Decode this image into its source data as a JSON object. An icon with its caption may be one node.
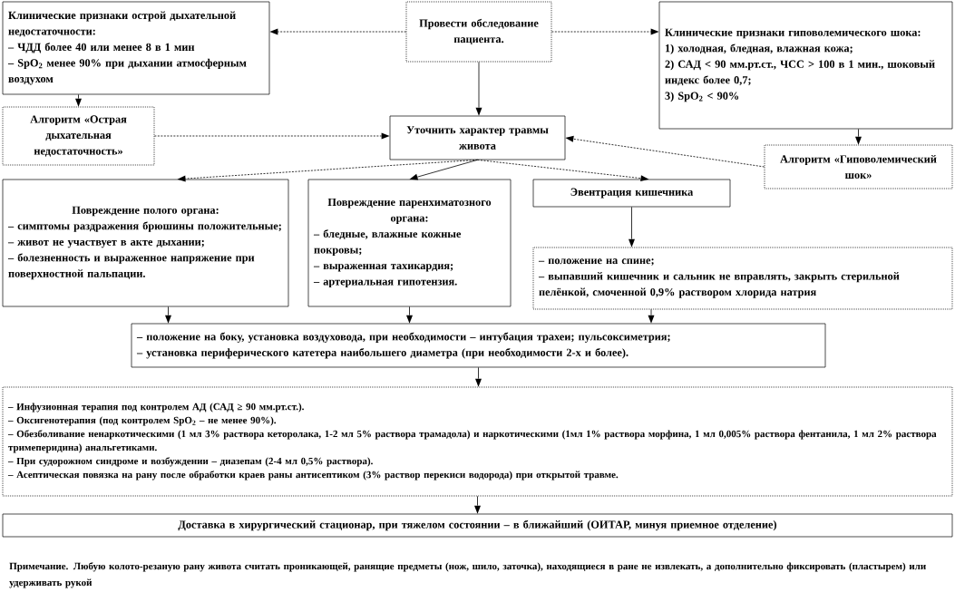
{
  "diagram": {
    "nodes": [
      {
        "text": [
          "Провести обследование пациента."
        ]
      },
      {
        "text": [
          "Клинические признаки острой дыхательной недостаточности:",
          "– ЧДД более 40 или менее 8 в 1 мин",
          "– SpO$_{2}$ менее 90% при дыхании атмосферным воздухом"
        ]
      },
      {
        "text": [
          "Клинические признаки гиповолемического шока:",
          "1) холодная, бледная, влажная кожа;",
          "2) САД < 90 мм.рт.ст., ЧСС > 100 в 1 мин., шоковый индекс более 0,7;",
          "3) SpO$_{2}$ < 90%"
        ]
      },
      {
        "text": [
          "Алгоритм «Острая дыхательная недостаточность»"
        ]
      },
      {
        "text": [
          "Уточнить характер травмы живота"
        ]
      },
      {
        "text": [
          "Алгоритм «Гиповолемический шок»"
        ]
      },
      {
        "text": [
          "Повреждение полого органа:",
          "– симптомы раздражения брюшины положительные;",
          "– живот не участвует в акте дыхании;",
          "– болезненность и выраженное напряжение при поверхностной пальпации."
        ]
      },
      {
        "text": [
          "Повреждение паренхиматозного органа:",
          "– бледные, влажные кожные покровы;",
          "– выраженная тахикардия;",
          "– артериальная гипотензия."
        ]
      },
      {
        "text": [
          "Эвентрация кишечника"
        ]
      },
      {
        "text": [
          "– положение на спине;",
          "– выпавший кишечник и сальник не вправлять, закрыть стерильной пелёнкой, смоченной 0,9% раствором хлорида натрия"
        ]
      },
      {
        "text": [
          "– положение на боку, установка воздуховода, при необходимости – интубация трахеи; пульсоксиметрия;",
          "– установка периферического катетера наибольшего диаметра (при необходимости 2-х и более)."
        ]
      },
      {
        "text": [
          "– Инфузионная терапия под контролем АД (САД ≥ 90 мм.рт.ст.).",
          "– Оксигенотерапия (под контролем SpO$_{2}$ – не менее 90%).",
          "– Обезболивание ненаркотическими (1 мл 3% раствора кеторолака, 1-2 мл 5% раствора трамадола) и наркотическими (1мл 1% раствора морфина, 1 мл 0,005% раствора фентанила, 1 мл 2% раствора тримеперидина) анальгетиками.",
          "– При судорожном синдроме и возбуждении – диазепам (2-4 мл 0,5% раствора).",
          "– Асептическая повязка на рану после обработки краев раны антисептиком (3% раствор перекиси водорода) при открытой травме."
        ]
      },
      {
        "text": [
          "Доставка в хирургический стационар, при тяжелом состоянии – в ближайший (ОИТАР, минуя приемное отделение)"
        ]
      }
    ],
    "edges": [
      {
        "from": 0,
        "to": 1,
        "arrow": "to",
        "style": "dashed"
      },
      {
        "from": 0,
        "to": 2,
        "arrow": "to",
        "style": "dashed"
      },
      {
        "from": 0,
        "to": 4,
        "arrow": "to"
      },
      {
        "from": 1,
        "to": 3,
        "arrow": "to"
      },
      {
        "from": 2,
        "to": 5,
        "arrow": "to"
      },
      {
        "from": 3,
        "to": 4,
        "arrow": "to",
        "style": "dashed"
      },
      {
        "from": 5,
        "to": 4,
        "arrow": "to",
        "style": "dashed"
      },
      {
        "from": 4,
        "to": 6,
        "arrow": "to",
        "style": "dashed"
      },
      {
        "from": 4,
        "to": 7,
        "arrow": "to"
      },
      {
        "from": 4,
        "to": 8,
        "arrow": "to",
        "style": "dashed"
      },
      {
        "from": 8,
        "to": 9,
        "arrow": "to"
      },
      {
        "from": 6,
        "to": 10,
        "arrow": "to"
      },
      {
        "from": 7,
        "to": 10,
        "arrow": "to"
      },
      {
        "from": 9,
        "to": 10,
        "arrow": "to"
      },
      {
        "from": 10,
        "to": 11,
        "arrow": "to"
      },
      {
        "from": 11,
        "to": 12,
        "arrow": "to"
      }
    ],
    "labels": [
      "Примечание. Любую колото-резаную рану живота считать проникающей, ранящие предметы (нож, шило, заточка), находящиеся в ране не извлекать, а дополнительно фиксировать (пластырем) или удерживать рукой"
    ]
  }
}
